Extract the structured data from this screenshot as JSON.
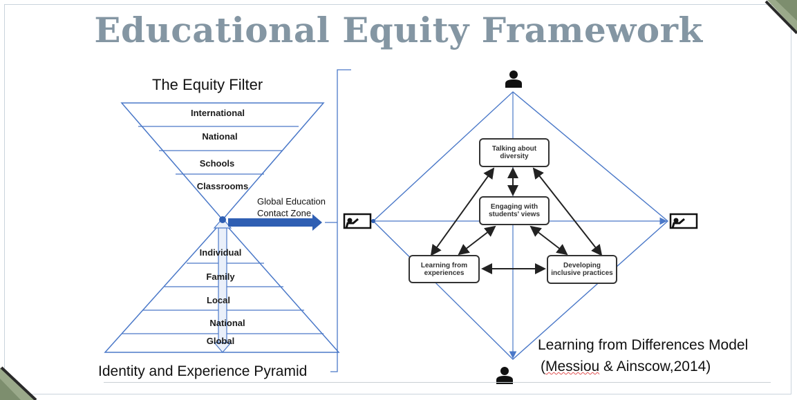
{
  "title": "Educational Equity Framework",
  "equity_filter": {
    "title": "The Equity Filter",
    "levels": [
      "International",
      "National",
      "Schools",
      "Classrooms"
    ]
  },
  "contact_zone": {
    "line1": "Global Education",
    "line2": "Contact Zone"
  },
  "pyramid": {
    "title": "Identity and Experience Pyramid",
    "levels": [
      "Individual",
      "Family",
      "Local",
      "National",
      "Global"
    ]
  },
  "model": {
    "boxes": {
      "talking": "Talking about diversity",
      "engaging": "Engaging with students' views",
      "learning": "Learning from experiences",
      "developing": "Developing inclusive practices"
    },
    "title": "Learning from Differences Model",
    "citation_author": "Messiou",
    "citation_rest": " & Ainscow,2014)",
    "citation_open": "("
  },
  "icons": {
    "top": "person-icon",
    "bottom": "person-icon",
    "left": "teacher-board-icon",
    "right": "teacher-board-icon"
  },
  "colors": {
    "title": "#8496a3",
    "diagram_line": "#4a78c8",
    "arrow_blue": "#2f5fb3",
    "box_border": "#333333"
  }
}
